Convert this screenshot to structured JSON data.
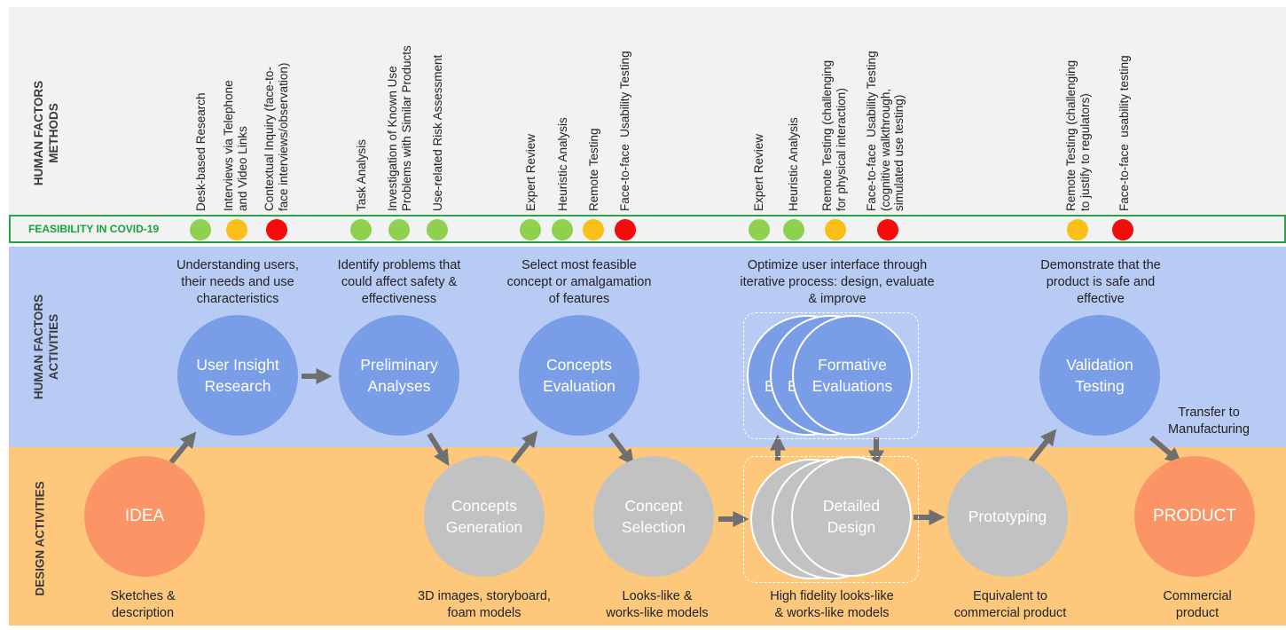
{
  "rows": {
    "methods_label": "HUMAN FACTORS METHODS",
    "feasibility_label": "FEASIBILITY IN COVID-19",
    "activities_label": "HUMAN FACTORS ACTIVITIES",
    "design_label": "DESIGN ACTIVITIES"
  },
  "colors": {
    "green": "#8fd14f",
    "amber": "#fbbf1a",
    "red": "#f40b0b",
    "border_green": "#2aa34a"
  },
  "methods": [
    {
      "text": "Desk-based Research",
      "feasibility": "green"
    },
    {
      "text": "Interviews via Telephone\nand Video Links",
      "feasibility": "amber"
    },
    {
      "text": "Contextual Inquiry (face-to-\nface interviews/observation)",
      "feasibility": "red"
    },
    {
      "text": "Task Analysis",
      "feasibility": "green"
    },
    {
      "text": "Investigation of Known Use\nProblems with Similar Products",
      "feasibility": "green"
    },
    {
      "text": "Use-related Risk Assessment",
      "feasibility": "green"
    },
    {
      "text": "Expert Review",
      "feasibility": "green"
    },
    {
      "text": "Heuristic Analysis",
      "feasibility": "green"
    },
    {
      "text": "Remote Testing",
      "feasibility": "amber"
    },
    {
      "text": "Face-to-face  Usability Testing",
      "feasibility": "red"
    },
    {
      "text": "Expert Review",
      "feasibility": "green"
    },
    {
      "text": "Heuristic Analysis",
      "feasibility": "green"
    },
    {
      "text": "Remote Testing (challenging\nfor physical interaction)",
      "feasibility": "amber"
    },
    {
      "text": "Face-to-face  Usability Testing\n(cognitive walkthrough,\nsimulated use testing)",
      "feasibility": "red"
    },
    {
      "text": "Remote Testing (challenging\nto justify to regulators)",
      "feasibility": "amber"
    },
    {
      "text": "Face-to-face  usability testing",
      "feasibility": "red"
    }
  ],
  "activities": {
    "user_insight": {
      "name": "User Insight\nResearch",
      "caption": "Understanding users,\ntheir needs and use\ncharacteristics"
    },
    "preliminary": {
      "name": "Preliminary\nAnalyses",
      "caption": "Identify problems that\ncould affect safety &\neffectiveness"
    },
    "concepts_eval": {
      "name": "Concepts\nEvaluation",
      "caption": "Select most feasible\nconcept or amalgamation\nof features"
    },
    "formative": {
      "name": "Formative\nEvaluations",
      "ghost1": "E",
      "ghost2": "E",
      "caption": "Optimize user interface through\niterative process: design, evaluate\n& improve"
    },
    "validation": {
      "name": "Validation\nTesting",
      "caption": "Demonstrate that the\nproduct is safe and\neffective"
    }
  },
  "design": {
    "idea": {
      "name": "IDEA",
      "caption": "Sketches &\ndescription"
    },
    "concepts_gen": {
      "name": "Concepts\nGeneration",
      "caption": "3D images, storyboard,\nfoam models"
    },
    "concept_sel": {
      "name": "Concept\nSelection",
      "caption": "Looks-like &\nworks-like models"
    },
    "detailed": {
      "name": "Detailed\nDesign",
      "caption": "High fidelity looks-like\n& works-like models"
    },
    "prototyping": {
      "name": "Prototyping",
      "caption": "Equivalent to\ncommercial product"
    },
    "product": {
      "name": "PRODUCT",
      "caption": "Commercial\nproduct"
    }
  },
  "transfer_label": "Transfer to\nManufacturing"
}
